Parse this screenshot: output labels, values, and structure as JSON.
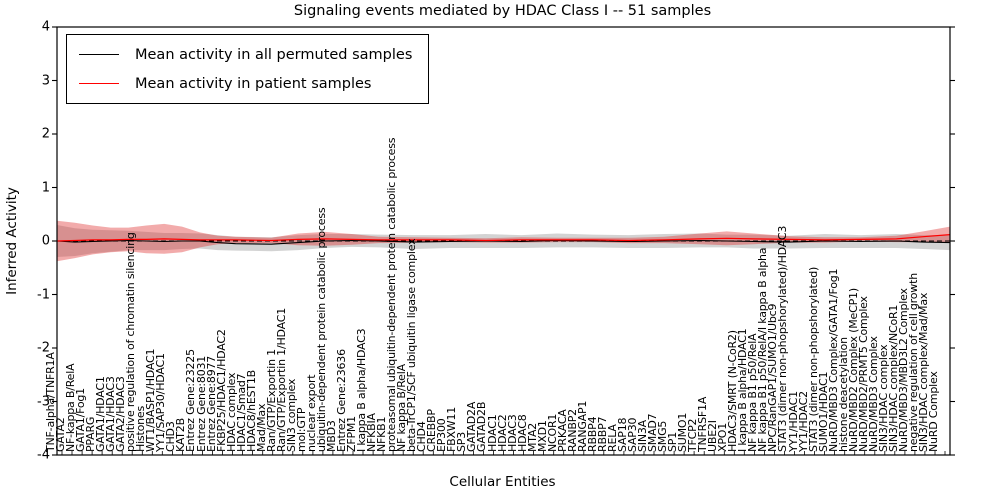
{
  "chart_data": {
    "type": "line",
    "title": "Signaling events mediated by HDAC Class I -- 51 samples",
    "xlabel": "Cellular Entities",
    "ylabel": "Inferred Activity",
    "ylim": [
      -4,
      4
    ],
    "yticks": [
      4,
      3,
      2,
      1,
      0,
      -1,
      -2,
      -3,
      -4
    ],
    "grid": false,
    "legend_position": "upper left",
    "legend": [
      {
        "label": "Mean activity in all permuted samples",
        "color": "#000000"
      },
      {
        "label": "Mean activity in patient samples",
        "color": "#ff0000"
      }
    ],
    "zero_line": {
      "value": 0,
      "style": "dashed",
      "color": "#000000"
    },
    "x_categories": [
      "TNF-alpha/TNFR1A",
      "GATA2",
      "NF-kappa B/RelA",
      "GATA1/Fog1",
      "PPARG",
      "GATA1/HDAC1",
      "GATA1/HDAC3",
      "GATA2/HDAC3",
      "positive regulation of chromatin silencing",
      "Histones",
      "WT1/BASP1/HDAC1",
      "YY1/SAP30/HDAC1",
      "CHD3",
      "KAT2B",
      "Entrez Gene:23225",
      "Entrez Gene:8031",
      "Entrez Gene:8977",
      "FKBP25/HDAC1/HDAC2",
      "HDAC complex",
      "HDAC1/Smad7",
      "HDAC8/hEST1B",
      "Mad/Max",
      "Ran/GTP/Exportin 1",
      "Ran/GTP/Exportin 1/HDAC1",
      "SIN3 complex",
      "mol:GTP",
      "nuclear export",
      "ubiquitin-dependent protein catabolic process",
      "MBD3",
      "Entrez Gene:23636",
      "ZFPM1",
      "I kappa B alpha/HDAC3",
      "NFKBIA",
      "NFKB1",
      "proteasomal ubiquitin-dependent protein catabolic process",
      "NF kappa B/RelA",
      "beta-TrCP1/SCF ubiquitin ligase complex",
      "CHD4",
      "CREBBP",
      "EP300",
      "FBXW11",
      "SP3",
      "GATAD2A",
      "GATAD2B",
      "HDAC1",
      "HDAC2",
      "HDAC3",
      "HDAC8",
      "MTA2",
      "MXD1",
      "NCOR1",
      "PRKACA",
      "RANBP2",
      "RANGAP1",
      "RBBP4",
      "RBBP7",
      "RELA",
      "SAP18",
      "SAP30",
      "SIN3A",
      "SMAD7",
      "SMG5",
      "SP1",
      "SUMO1",
      "TFCP2",
      "TNFRSF1A",
      "UBE2I",
      "XPO1",
      "HDAC3/SMRT (N-CoR2)",
      "I kappa B alpha/HDAC1",
      "NF kappa B1 p50/RelA",
      "NF kappa B1 p50/RelA/I kappa B alpha",
      "NPC/RanGAP1/SUMO1/Ubc9",
      "STAT3 (dimer non-phopshorylated)/HDAC3",
      "YY1/HDAC1",
      "YY1/HDAC2",
      "STAT3 (dimer non-phopshorylated)",
      "SUMO1/HDAC1",
      "NuRD/MBD3 Complex/GATA1/Fog1",
      "histone deacetylation",
      "NuRD/MBD2 Complex (MeCP1)",
      "NuRD/MBD2/PRMT5 Complex",
      "NuRD/MBD3 Complex",
      "SIN3/HDAC complex",
      "SIN3/HDAC complex/NCoR1",
      "NuRD/MBD3/MBD3L2 Complex",
      "negative regulation of cell growth",
      "SIN3/HDAC complex/Mad/Max",
      "NuRD Complex"
    ],
    "x_frac": [
      0,
      0.02,
      0.04,
      0.06,
      0.08,
      0.1,
      0.12,
      0.14,
      0.16,
      0.18,
      0.2,
      0.24,
      0.27,
      0.3,
      0.33,
      0.36,
      0.4,
      0.44,
      0.48,
      0.52,
      0.56,
      0.6,
      0.64,
      0.68,
      0.72,
      0.75,
      0.78,
      0.82,
      0.86,
      0.9,
      0.94,
      0.97,
      1.0
    ],
    "series": [
      {
        "name": "Mean activity in all permuted samples",
        "color": "#000000",
        "band_color": "rgba(110,110,110,0.30)",
        "y": [
          0.0,
          -0.02,
          -0.01,
          0.0,
          0.01,
          0.0,
          -0.01,
          0.0,
          0.0,
          -0.03,
          -0.05,
          -0.06,
          -0.03,
          0.0,
          0.01,
          0.0,
          -0.02,
          -0.01,
          0.0,
          -0.01,
          0.01,
          0.0,
          -0.01,
          0.0,
          0.01,
          0.0,
          -0.01,
          -0.02,
          0.0,
          -0.01,
          0.0,
          -0.02,
          -0.03
        ],
        "band_half_width": [
          0.3,
          0.26,
          0.22,
          0.2,
          0.18,
          0.17,
          0.16,
          0.15,
          0.14,
          0.14,
          0.13,
          0.13,
          0.14,
          0.13,
          0.12,
          0.12,
          0.13,
          0.12,
          0.13,
          0.12,
          0.13,
          0.12,
          0.12,
          0.13,
          0.13,
          0.12,
          0.13,
          0.12,
          0.13,
          0.12,
          0.13,
          0.13,
          0.14
        ]
      },
      {
        "name": "Mean activity in patient samples",
        "color": "#ff0000",
        "band_color": "rgba(222,45,45,0.40)",
        "y": [
          0.0,
          0.01,
          0.02,
          0.02,
          0.03,
          0.03,
          0.04,
          0.03,
          0.02,
          0.02,
          0.02,
          0.01,
          0.03,
          0.04,
          0.03,
          0.02,
          0.02,
          0.02,
          0.01,
          0.02,
          0.02,
          0.02,
          0.01,
          0.02,
          0.04,
          0.05,
          0.04,
          0.03,
          0.02,
          0.03,
          0.04,
          0.08,
          0.12
        ],
        "band_half_width": [
          0.38,
          0.33,
          0.27,
          0.23,
          0.22,
          0.26,
          0.28,
          0.24,
          0.14,
          0.08,
          0.06,
          0.05,
          0.11,
          0.13,
          0.1,
          0.06,
          0.05,
          0.04,
          0.04,
          0.05,
          0.04,
          0.04,
          0.05,
          0.06,
          0.1,
          0.13,
          0.1,
          0.06,
          0.05,
          0.04,
          0.06,
          0.1,
          0.15
        ]
      }
    ]
  }
}
